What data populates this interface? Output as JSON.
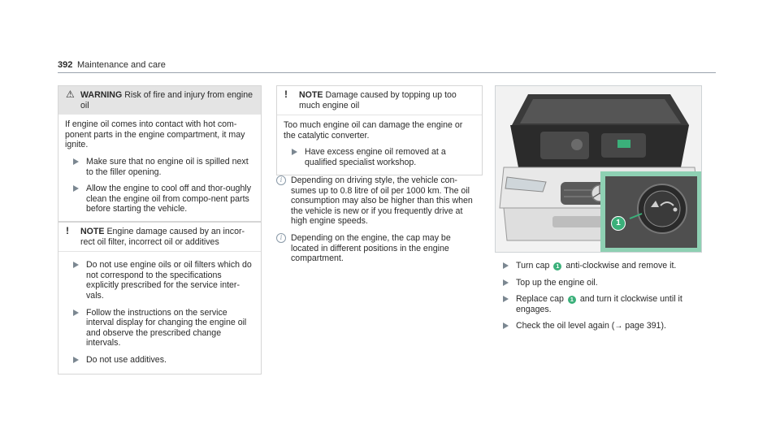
{
  "header": {
    "page_number": "392",
    "section_title": "Maintenance and care"
  },
  "warning_box": {
    "symbol": "⚠",
    "label": "WARNING",
    "title": "Risk of fire and injury from engine oil",
    "intro": "If engine oil comes into contact with hot com-ponent parts in the engine compartment, it may ignite.",
    "steps": [
      "Make sure that no engine oil is spilled next to the filler opening.",
      "Allow the engine to cool off and thor-oughly clean the engine oil from compo-nent parts before starting the vehicle."
    ]
  },
  "note_box_1": {
    "symbol": "!",
    "label": "NOTE",
    "title": "Engine damage caused by an incor-rect oil filter, incorrect oil or additives",
    "steps": [
      "Do not use engine oils or oil filters which do not correspond to the specifications explicitly prescribed for the service inter-vals.",
      "Follow the instructions on the service interval display for changing the engine oil and observe the prescribed change intervals.",
      "Do not use additives."
    ]
  },
  "note_box_2": {
    "symbol": "!",
    "label": "NOTE",
    "title": "Damage caused by topping up too much engine oil",
    "intro": "Too much engine oil can damage the engine or the catalytic converter.",
    "steps": [
      "Have excess engine oil removed at a qualified specialist workshop."
    ]
  },
  "info_notes": [
    "Depending on driving style, the vehicle con-sumes up to 0.8 litre of oil per 1000 km. The oil consumption may also be higher than this when the vehicle is new or if you frequently drive at high engine speeds.",
    "Depending on the engine, the cap may be located in different positions in the engine compartment."
  ],
  "figure": {
    "callout": "1"
  },
  "steps_right": {
    "s1_pre": "Turn cap",
    "s1_num": "1",
    "s1_post": "anti-clockwise and remove it.",
    "s2": "Top up the engine oil.",
    "s3_pre": "Replace cap",
    "s3_num": "1",
    "s3_post": "and turn it clockwise until it engages.",
    "s4_pre": "Check the oil level again (",
    "s4_arrow": "→",
    "s4_ref": "page 391",
    "s4_post": ")."
  },
  "colors": {
    "accent_green": "#3bb07a",
    "inset_border": "#8ed0b3",
    "box_head": "#e4e4e4"
  }
}
